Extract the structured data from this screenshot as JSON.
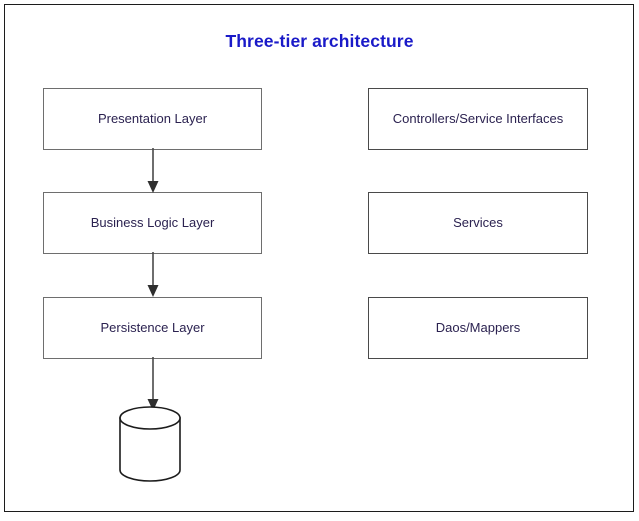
{
  "diagram": {
    "title": "Three-tier architecture",
    "title_color": "#1a1ac8",
    "box_text_color": "#2b2250",
    "box_border_color": "#6e6e6e",
    "frame_border_color": "#1c1c1c",
    "background": "#ffffff",
    "layers": [
      {
        "name": "Presentation Layer",
        "implementation": "Controllers/Service Interfaces"
      },
      {
        "name": "Business Logic Layer",
        "implementation": "Services"
      },
      {
        "name": "Persistence Layer",
        "implementation": "Daos/Mappers"
      }
    ],
    "datastore": {
      "label": "",
      "shape": "cylinder"
    },
    "arrows": [
      {
        "from": "Presentation Layer",
        "to": "Business Logic Layer",
        "style": "solid-arrow-down"
      },
      {
        "from": "Business Logic Layer",
        "to": "Persistence Layer",
        "style": "solid-arrow-down"
      },
      {
        "from": "Persistence Layer",
        "to": "datastore",
        "style": "solid-arrow-down"
      }
    ]
  }
}
